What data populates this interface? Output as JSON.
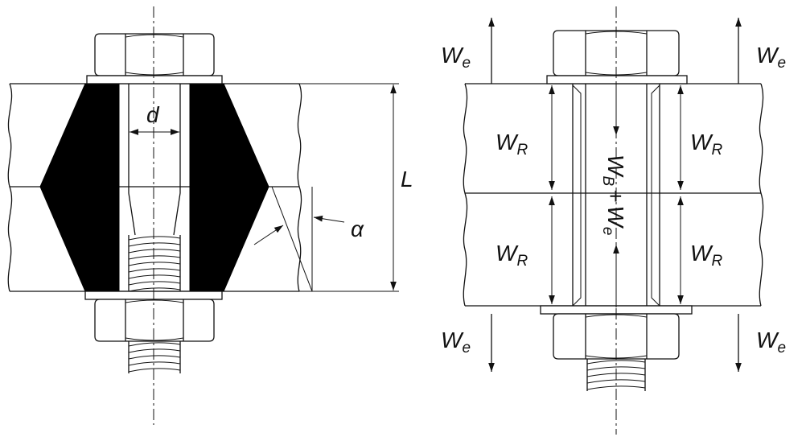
{
  "left_figure": {
    "label_d": "d",
    "label_L": "L",
    "label_alpha": "α"
  },
  "right_figure": {
    "We_main": "W",
    "We_sub": "e",
    "WR_main": "W",
    "WR_sub": "R",
    "center_W": "W",
    "center_B": "B",
    "center_plus": "+",
    "center_W2": "W",
    "center_e": "e"
  }
}
